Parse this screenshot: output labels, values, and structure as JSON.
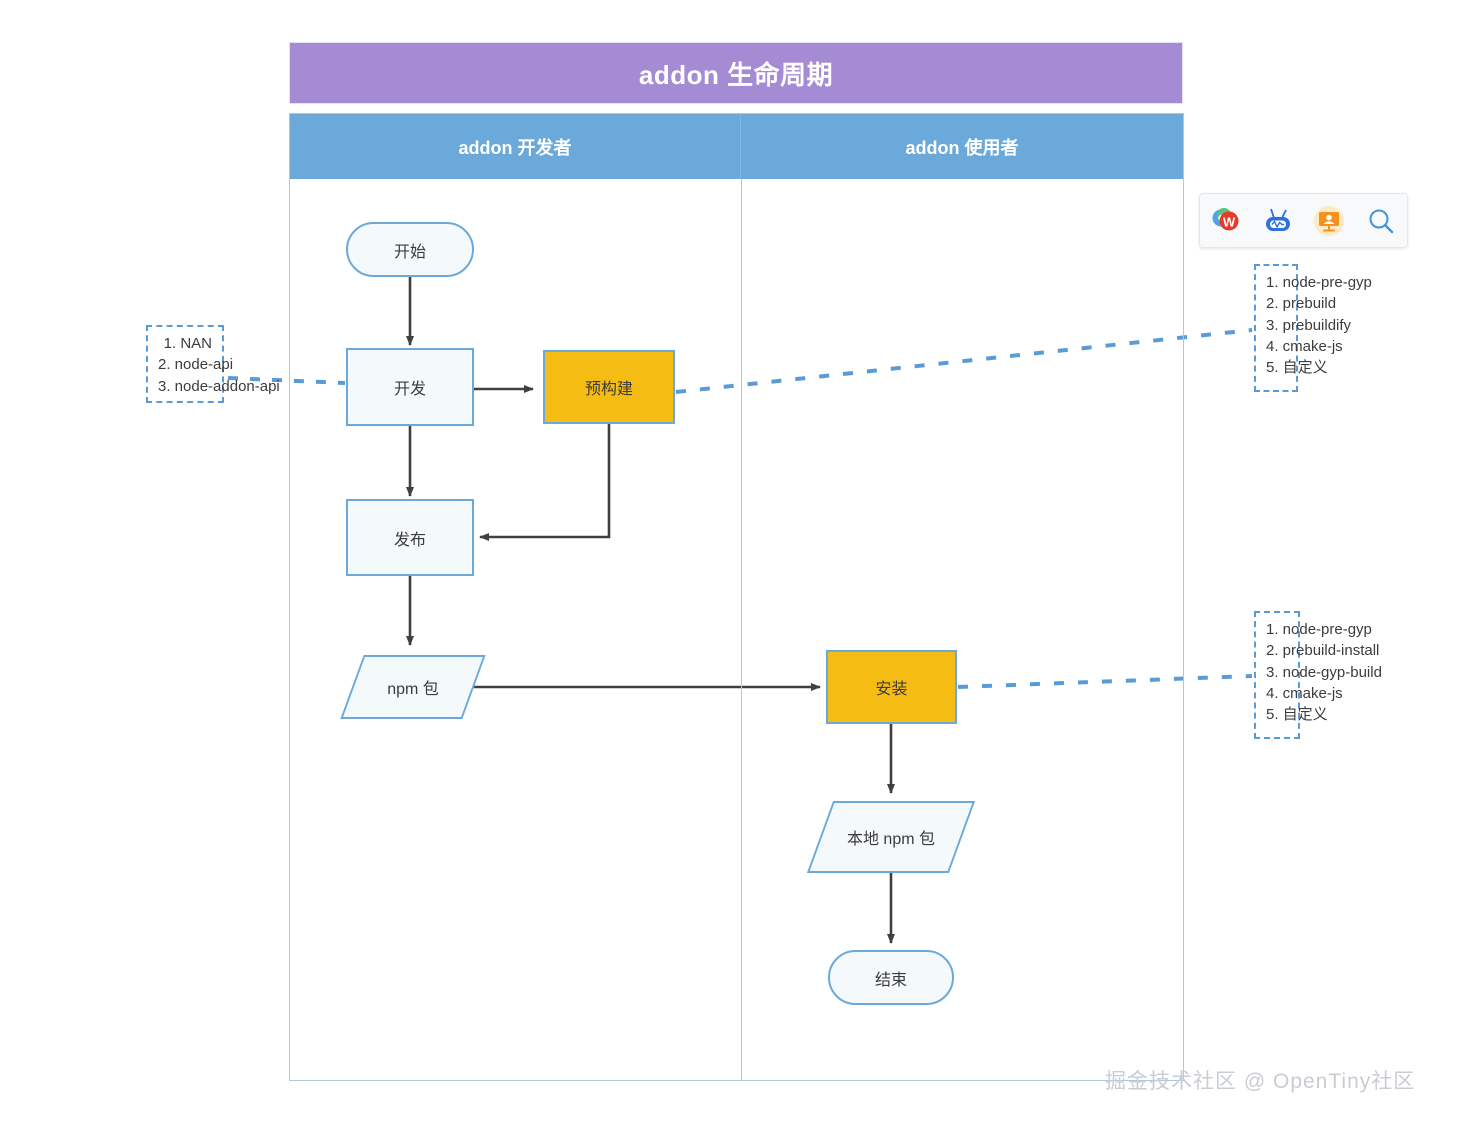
{
  "diagram": {
    "title": "addon 生命周期",
    "lanes": [
      {
        "id": "developer",
        "label": "addon 开发者"
      },
      {
        "id": "consumer",
        "label": "addon 使用者"
      }
    ],
    "nodes": [
      {
        "id": "start",
        "label": "开始",
        "shape": "terminator",
        "lane": "developer"
      },
      {
        "id": "develop",
        "label": "开发",
        "shape": "process",
        "lane": "developer"
      },
      {
        "id": "prebuild",
        "label": "预构建",
        "shape": "process",
        "lane": "developer",
        "accent": "orange"
      },
      {
        "id": "publish",
        "label": "发布",
        "shape": "process",
        "lane": "developer"
      },
      {
        "id": "npm-pkg",
        "label": "npm 包",
        "shape": "data",
        "lane": "developer"
      },
      {
        "id": "install",
        "label": "安装",
        "shape": "process",
        "lane": "consumer",
        "accent": "orange"
      },
      {
        "id": "local-pkg",
        "label": "本地 npm 包",
        "shape": "data",
        "lane": "consumer"
      },
      {
        "id": "end",
        "label": "结束",
        "shape": "terminator",
        "lane": "consumer"
      }
    ],
    "annotations": [
      {
        "id": "develop-tools",
        "attached_to": "develop",
        "items": [
          "1. NAN",
          "2. node-api",
          "3. node-addon-api"
        ]
      },
      {
        "id": "prebuild-tools",
        "attached_to": "prebuild",
        "items": [
          "1. node-pre-gyp",
          "2. prebuild",
          "3. prebuildify",
          "4. cmake-js",
          "5. 自定义"
        ]
      },
      {
        "id": "install-tools",
        "attached_to": "install",
        "items": [
          "1. node-pre-gyp",
          "2. prebuild-install",
          "3. node-gyp-build",
          "4. cmake-js",
          "5. 自定义"
        ]
      }
    ]
  },
  "toolbar": {
    "icons": [
      {
        "name": "wps-office-icon",
        "title": "WPS"
      },
      {
        "name": "screen-recorder-icon",
        "title": "录屏"
      },
      {
        "name": "presentation-icon",
        "title": "演示"
      },
      {
        "name": "search-icon",
        "title": "搜索"
      }
    ]
  },
  "watermark": {
    "text": "掘金技术社区 @ OpenTiny社区"
  },
  "colors": {
    "title_purple": "#a58bd4",
    "lane_blue": "#6aa9da",
    "node_border": "#6aa9da",
    "node_fill": "#f4f9fc",
    "accent_orange": "#f5bc13",
    "dashed_blue": "#5b9bd5",
    "arrow_gray": "#404040"
  }
}
